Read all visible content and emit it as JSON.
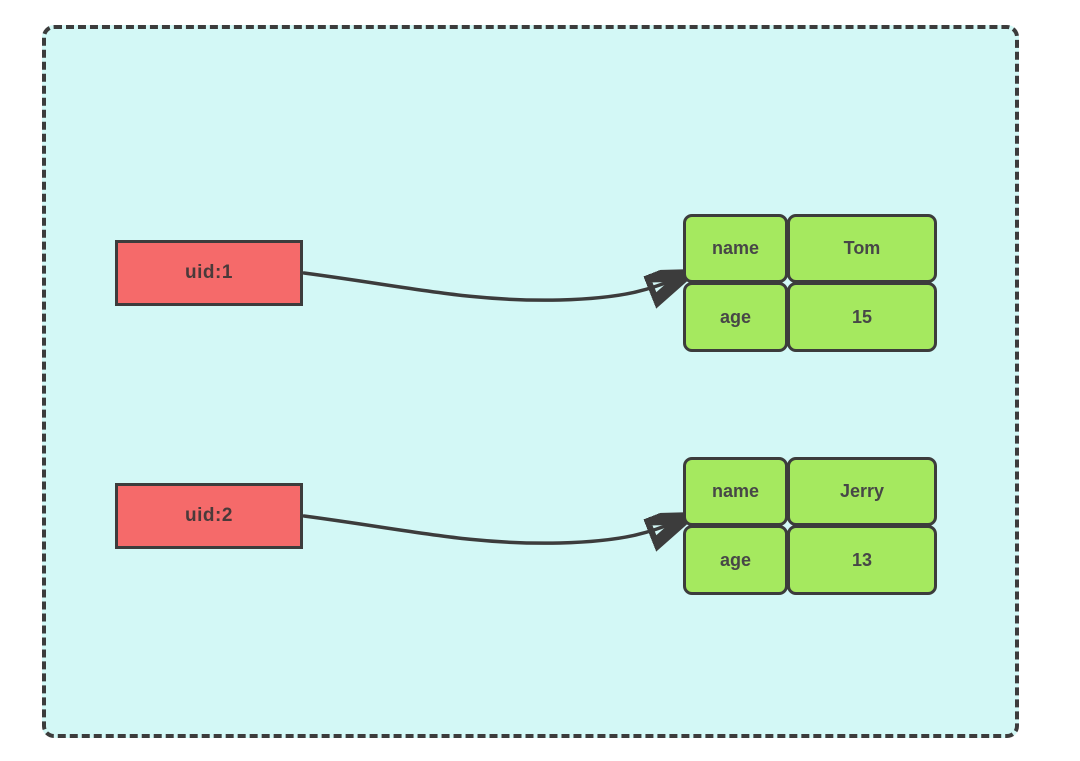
{
  "diagram": {
    "canvas_color": "#d3f8f6",
    "key_color": "#f56a6a",
    "value_color": "#a5e95f",
    "line_color": "#3c3c3c",
    "keys": [
      {
        "label": "uid:1"
      },
      {
        "label": "uid:2"
      }
    ],
    "hashes": [
      {
        "rows": [
          {
            "field": "name",
            "value": "Tom"
          },
          {
            "field": "age",
            "value": "15"
          }
        ]
      },
      {
        "rows": [
          {
            "field": "name",
            "value": "Jerry"
          },
          {
            "field": "age",
            "value": "13"
          }
        ]
      }
    ]
  }
}
